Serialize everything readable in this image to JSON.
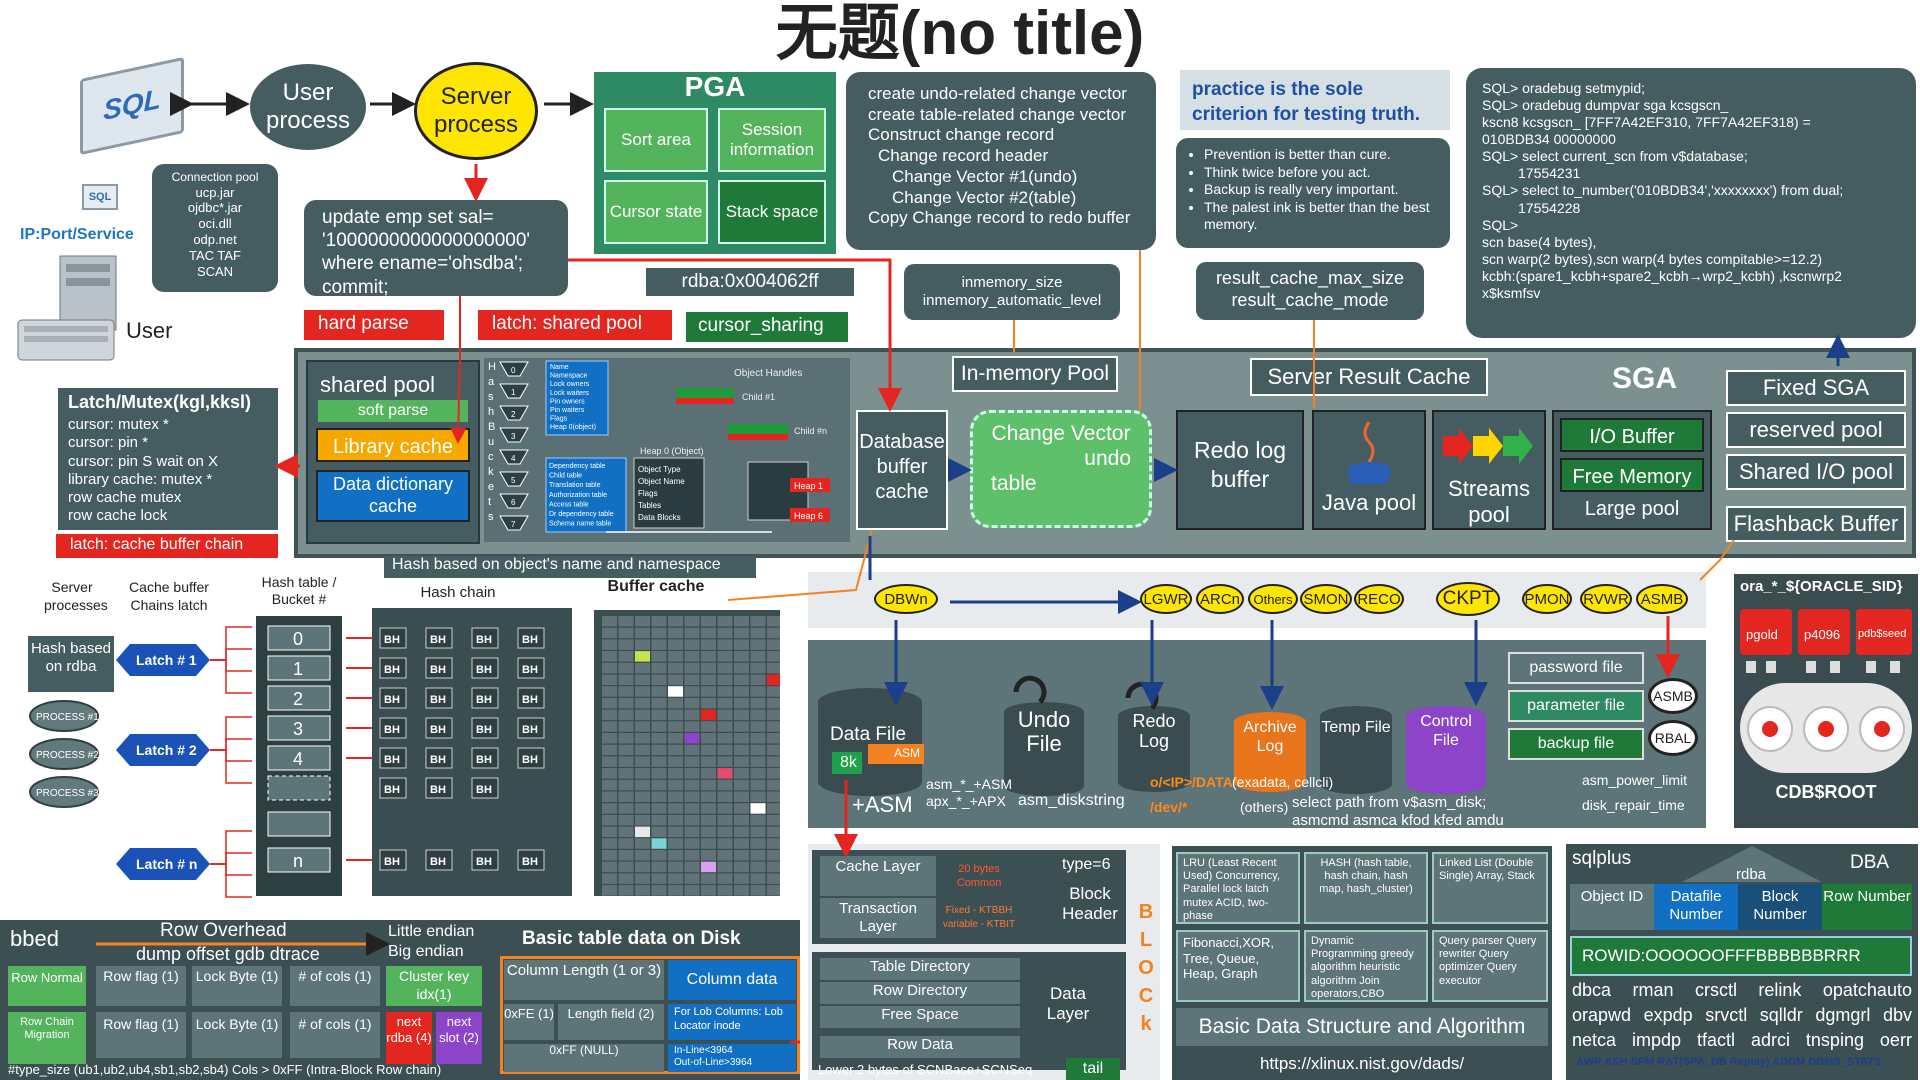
{
  "title": "无题(no title)",
  "client": {
    "sql_big": "SQL",
    "sql_small": "SQL",
    "ip_port": "IP:Port/Service",
    "user_label": "User",
    "connection_pool": [
      "Connection pool",
      "ucp.jar",
      "ojdbc*.jar",
      "oci.dll",
      "odp.net",
      "TAC TAF",
      "SCAN"
    ]
  },
  "processes": {
    "user": "User process",
    "server": "Server process"
  },
  "pga": {
    "title": "PGA",
    "cells": [
      "Sort area",
      "Session information",
      "Cursor state",
      "Stack space"
    ]
  },
  "update_sql": [
    "update emp set sal=",
    "'1000000000000000000'",
    "where ename='ohsdba';",
    "commit;"
  ],
  "change_vector": [
    "create undo-related change vector",
    "create table-related change vector",
    "Construct change record",
    "Change record header",
    "Change Vector #1(undo)",
    "Change Vector #2(table)",
    "Copy Change record to redo buffer"
  ],
  "practice": {
    "title": "practice is the sole criterion for testing truth.",
    "bullets": [
      "Prevention is better than cure.",
      "Think twice before you act.",
      "Backup is really very important.",
      "The palest ink is better than the best memory."
    ]
  },
  "oradebug": [
    "SQL> oradebug setmypid;",
    "SQL> oradebug dumpvar sga kcsgscn_",
    "kscn8 kcsgscn_ [7FF7A42EF310, 7FF7A42EF318) =",
    "010BDB34 00000000",
    "SQL> select current_scn from v$database;",
    "17554231",
    "SQL> select to_number('010BDB34','xxxxxxxx') from dual;",
    "17554228",
    "SQL>",
    "scn base(4 bytes),",
    "scn warp(2 bytes),scn warp(4 bytes compitable>=12.2)",
    "kcbh:(spare1_kcbh+spare2_kcbh→wrp2_kcbh) ,kscnwrp2",
    "x$ksmfsv"
  ],
  "rdba": "rdba:0x004062ff",
  "inmemory_params": [
    "inmemory_size",
    "inmemory_automatic_level"
  ],
  "result_cache_params": [
    "result_cache_max_size",
    "result_cache_mode"
  ],
  "tags": {
    "hard_parse": "hard parse",
    "latch_shared_pool": "latch: shared pool",
    "cursor_sharing": "cursor_sharing",
    "latch_cache_buffer_chain": "latch: cache buffer chain"
  },
  "latch_mutex": {
    "title": "Latch/Mutex(kgl,kksl)",
    "items": [
      "cursor: mutex *",
      "cursor: pin *",
      "cursor: pin S wait on X",
      "library cache: mutex *",
      "row cache mutex",
      "row cache lock"
    ]
  },
  "sga": {
    "title": "SGA",
    "shared_pool": "shared pool",
    "soft_parse": "soft parse",
    "library_cache": "Library cache",
    "data_dictionary_cache": "Data dictionary cache",
    "hash_buckets": "Hash Buckets",
    "object_handles": "Object Handles",
    "hash_based_note": "Hash based on object's name and namespace",
    "handle_fields": [
      "Name",
      "Namespace",
      "Lock owners",
      "Lock waiters",
      "Pin owners",
      "Pin waiters",
      "Flags",
      "Heap 0(object)"
    ],
    "heap0_fields": [
      "Dependency table",
      "Child table",
      "Translation table",
      "Authorization table",
      "Access table",
      "Dr dependency table",
      "Schema name table"
    ],
    "heap0_label": "Heap 0 (Object)",
    "child1": "Child #1",
    "childn": "Child #n",
    "object_type_fields": [
      "Object Type",
      "Object Name",
      "Flags",
      "Tables",
      "Data Blocks"
    ],
    "heap1": "Heap 1",
    "heap6": "Heap 6",
    "db_buffer_cache": "Database buffer cache",
    "inmemory_pool": "In-memory Pool",
    "change_vector_table": [
      "Change Vector",
      "undo",
      "table"
    ],
    "server_result_cache": "Server Result Cache",
    "redo_log_buffer": "Redo log buffer",
    "java_pool": "Java pool",
    "streams_pool": "Streams pool",
    "io_buffer": "I/O Buffer",
    "free_memory": "Free Memory",
    "large_pool": "Large pool",
    "fixed_sga": "Fixed SGA",
    "reserved_pool": "reserved  pool",
    "shared_io_pool": "Shared I/O pool",
    "flashback_buffer": "Flashback Buffer"
  },
  "buffer_area": {
    "server_processes": "Server processes",
    "cbc_latch": "Cache buffer Chains latch",
    "hash_table": "Hash table / Bucket #",
    "hash_chain": "Hash chain",
    "buffer_cache": "Buffer cache",
    "hash_rdba": "Hash based on rdba",
    "processes": [
      "PROCESS #1",
      "PROCESS #2",
      "PROCESS #3"
    ],
    "latches": [
      "Latch # 1",
      "Latch # 2",
      "Latch # n"
    ],
    "buckets": [
      "0",
      "1",
      "2",
      "3",
      "4",
      "n"
    ],
    "bh": "BH"
  },
  "background": [
    "DBWn",
    "LGWR",
    "ARCn",
    "Others",
    "SMON",
    "RECO",
    "CKPT",
    "PMON",
    "RVWR",
    "ASMB"
  ],
  "files": {
    "data_file": "Data File",
    "asm": "ASM",
    "k8": "8k",
    "undo": "Undo File",
    "redo": "Redo Log",
    "archive": "Archive Log",
    "temp": "Temp File",
    "control": "Control File",
    "password": "password file",
    "parameter": "parameter file",
    "backup": "backup file",
    "asmb": "ASMB",
    "rbal": "RBAL",
    "plus_asm": "+ASM",
    "asm_params": [
      "asm_*_+ASM",
      "apx_*_+APX"
    ],
    "asm_diskstring": "asm_diskstring",
    "paths": [
      "o/<IP>/DATA*",
      "/dev/*"
    ],
    "path_notes": [
      "(exadata, cellcli)",
      "(others)"
    ],
    "select_path": [
      "select path from v$asm_disk;",
      "asmcmd asmca kfod kfed amdu"
    ],
    "asm_limits": [
      "asm_power_limit",
      "disk_repair_time"
    ]
  },
  "oracle_sid": {
    "title": "ora_*_${ORACLE_SID}",
    "pgs": [
      "pgold",
      "p4096",
      "pdb$seed"
    ],
    "cdb": "CDB$ROOT"
  },
  "bbed": {
    "title": "bbed",
    "row_overhead": "Row Overhead",
    "dump": "dump offset gdb dtrace",
    "endian": [
      "Little endian",
      "Big endian"
    ],
    "basic_table": "Basic table data on Disk",
    "row_normal": "Row Normal",
    "row_chain": "Row Chain Migration",
    "cells1": [
      "Row flag (1)",
      "Lock Byte (1)",
      "# of cols (1)",
      "Cluster key idx(1)"
    ],
    "cells2": [
      "Row flag (1)",
      "Lock Byte (1)",
      "# of cols (1)"
    ],
    "next_rdba": "next rdba (4)",
    "next_slot": "next slot (2)",
    "col_length": "Column Length (1 or 3)",
    "column_data": "Column data",
    "oxfe": "0xFE (1)",
    "length_field": "Length field (2)",
    "oxff": "0xFF (NULL)",
    "lob": "For Lob Columns: Lob Locator inode",
    "inline": [
      "In-Line<3964",
      "Out-of-Line>3964"
    ],
    "bottom": "#type_size (ub1,ub2,ub4,sb1,sb2,sb4) Cols > 0xFF (Intra-Block Row chain)"
  },
  "block": {
    "cache_layer": "Cache Layer",
    "transaction_layer": "Transaction Layer",
    "bytes20": "20 bytes Common",
    "fixed": "Fixed - KTBBH variable - KTBIT",
    "type6": "type=6",
    "block_header": "Block Header",
    "table_directory": "Table Directory",
    "row_directory": "Row Directory",
    "free_space": "Free Space",
    "row_data": "Row Data",
    "data_layer": "Data Layer",
    "tail_note": "Lower 2 bytes of SCNBase+SCNSeq",
    "tail": "tail",
    "block_letters": [
      "B",
      "L",
      "O",
      "C",
      "k"
    ]
  },
  "algo": {
    "cells": [
      "LRU (Least Recent Used) Concurrency, Parallel lock latch mutex ACID, two-phase",
      "HASH (hash table, hash chain, hash map, hash_cluster)",
      "Linked List (Double Single) Array, Stack",
      "Fibonacci,XOR, Tree, Queue, Heap, Graph",
      "Dynamic Programming greedy algorithm heuristic algorithm Join operators,CBO",
      "Query parser Query rewriter Query optimizer Query executor"
    ],
    "title": "Basic Data Structure and Algorithm",
    "url": "https://xlinux.nist.gov/dads/"
  },
  "tools": {
    "sqlplus": "sqlplus",
    "rdba": "rdba",
    "dba": "DBA",
    "headers": [
      "Object ID",
      "Datafile Number",
      "Block Number",
      "Row Number"
    ],
    "rowid": "ROWID:OOOOOOFFFBBBBBBRRR",
    "row1": [
      "dbca",
      "rman",
      "crsctl",
      "relink",
      "opatchauto"
    ],
    "row2": [
      "orapwd",
      "expdp",
      "srvctl",
      "sqlldr",
      "dgmgrl",
      "dbv"
    ],
    "row3": [
      "netca",
      "impdp",
      "tfactl",
      "adrci",
      "tnsping",
      "oerr"
    ],
    "footer": "AWR ASH SPM RAT(SPA, DB Replay) ADDM DBMS_STATS"
  }
}
